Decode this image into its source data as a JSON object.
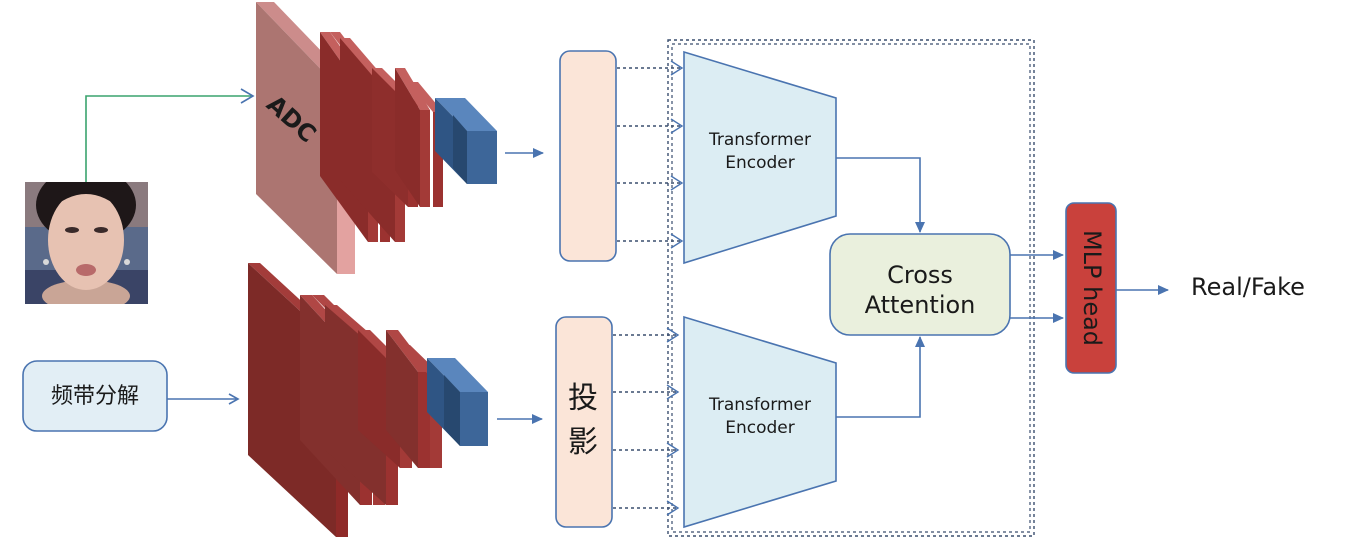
{
  "colors": {
    "arrow": "#4a74b0",
    "green_line": "#3aa36e",
    "box_light_blue_fill": "#e2eef5",
    "box_light_blue_stroke": "#4a74b0",
    "peach_fill": "#fbe5d8",
    "green_fill": "#eaf0dd",
    "encoder_fill": "#dcedf3",
    "mlp_fill": "#c9413c",
    "adc_front": "#ac7571",
    "adc_side": "#e3a2a0",
    "layer_red": "#98302e",
    "layer_dark": "#7d2a27",
    "output_blue": "#3d6699",
    "dotted": "#3a4e6e"
  },
  "icons": {
    "face_photo": "face-photo-icon"
  },
  "labels": {
    "adc": "ADC",
    "decompose": "频带分解",
    "projection_char1": "投",
    "projection_char2": "影",
    "encoder_top_line1": "Transformer",
    "encoder_top_line2": "Encoder",
    "encoder_bottom_line1": "Transformer",
    "encoder_bottom_line2": "Encoder",
    "cross_line1": "Cross",
    "cross_line2": "Attention",
    "mlp": "MLP head",
    "output": "Real/Fake"
  }
}
